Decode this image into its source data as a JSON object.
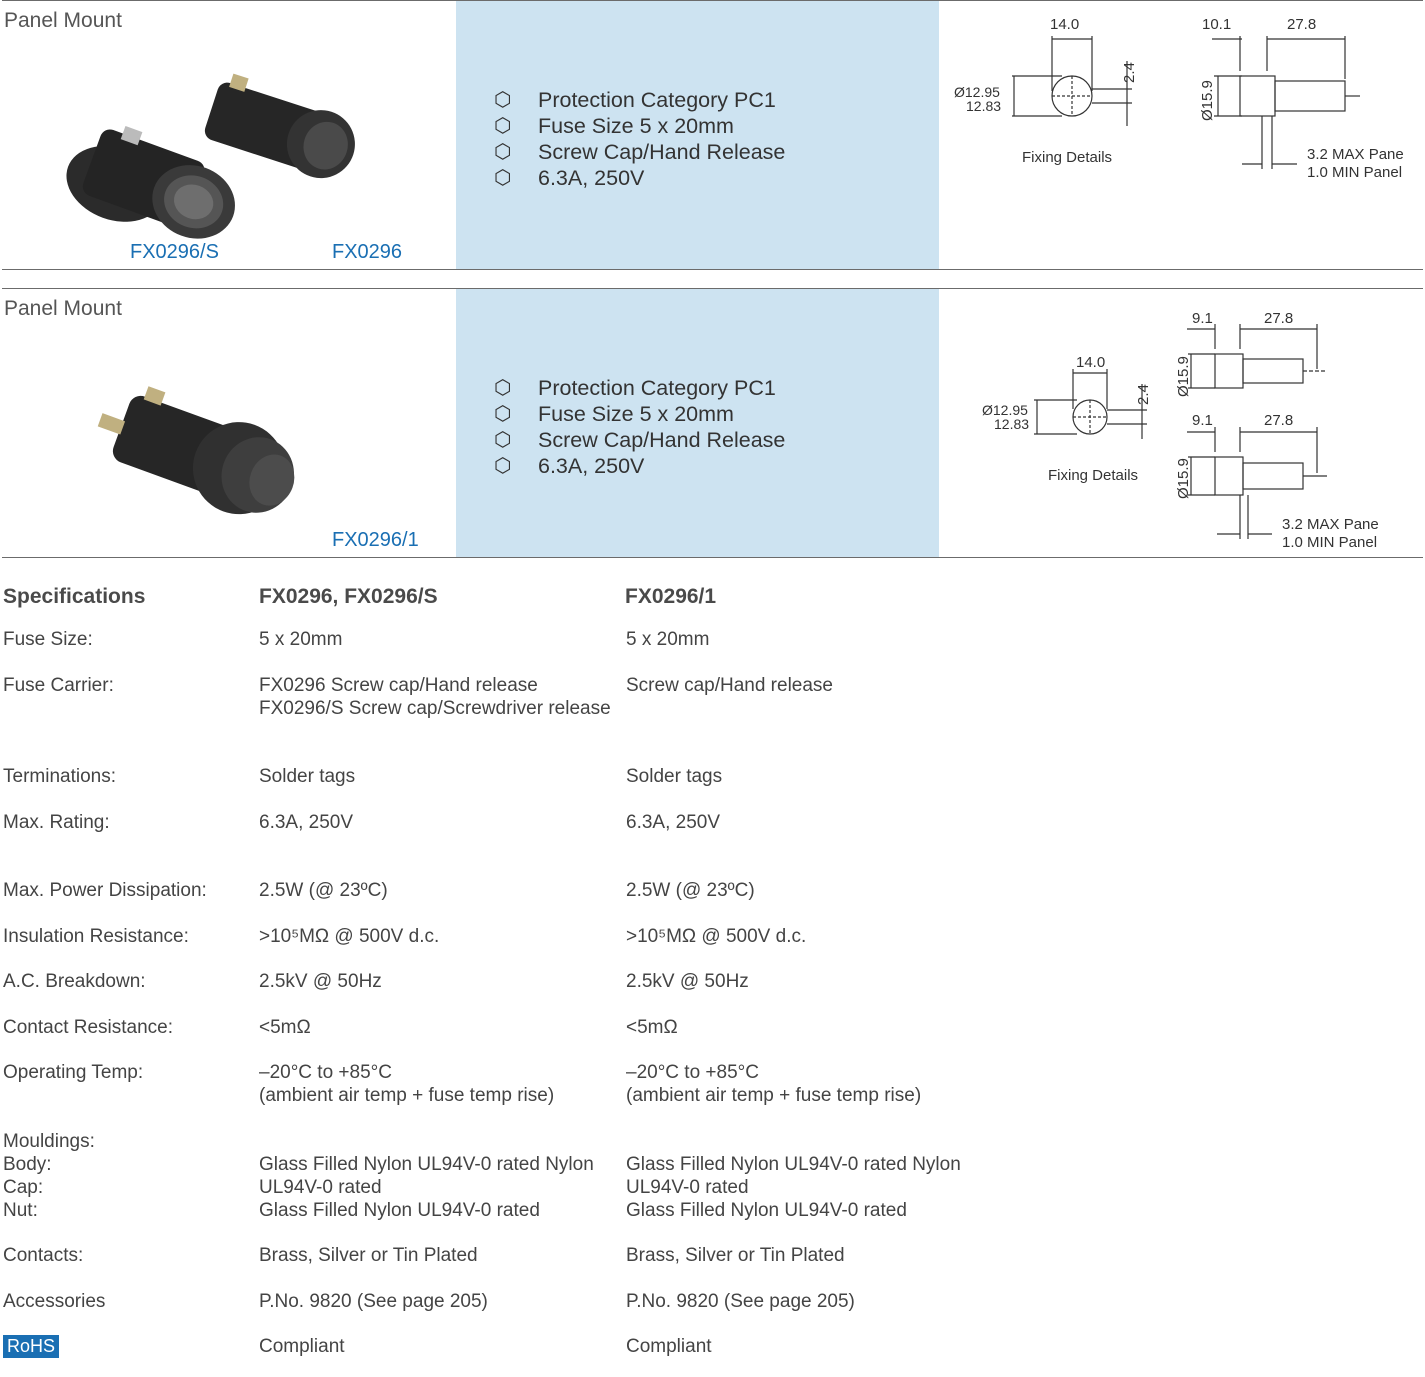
{
  "panels": [
    {
      "title": "Panel Mount",
      "labels": [
        "FX0296/S",
        "FX0296"
      ],
      "features": [
        "Protection Category PC1",
        "Fuse Size 5 x 20mm",
        "Screw Cap/Hand Release",
        "6.3A, 250V"
      ],
      "drawing": {
        "dims": [
          "14.0",
          "2.4",
          "Ø12.95",
          "12.83",
          "Fixing Details",
          "10.1",
          "27.8",
          "Ø15.9",
          "3.2 MAX Pane",
          "1.0 MIN Panel"
        ]
      }
    },
    {
      "title": "Panel Mount",
      "labels": [
        "FX0296/1"
      ],
      "features": [
        "Protection Category PC1",
        "Fuse Size 5 x 20mm",
        "Screw Cap/Hand Release",
        "6.3A, 250V"
      ],
      "drawing": {
        "dims": [
          "14.0",
          "2.4",
          "Ø12.95",
          "12.83",
          "Fixing Details",
          "9.1",
          "27.8",
          "Ø15.9",
          "9.1",
          "27.8",
          "Ø15.9",
          "3.2 MAX Pane",
          "1.0 MIN Panel"
        ]
      }
    }
  ],
  "bullet_glyph": "⬡",
  "specs": {
    "headers": [
      "Specifications",
      "FX0296, FX0296/S",
      "FX0296/1"
    ],
    "rows": [
      {
        "label": [
          "Fuse Size:"
        ],
        "a": [
          "5 x 20mm"
        ],
        "b": [
          "5 x 20mm"
        ]
      },
      {
        "label": [
          "Fuse Carrier:"
        ],
        "a": [
          "FX0296 Screw cap/Hand release",
          "FX0296/S Screw cap/Screwdriver release"
        ],
        "b": [
          "Screw cap/Hand release"
        ]
      },
      {
        "label": [
          "Terminations:"
        ],
        "a": [
          "Solder tags"
        ],
        "b": [
          "Solder tags"
        ]
      },
      {
        "label": [
          "Max. Rating:"
        ],
        "a": [
          "6.3A, 250V"
        ],
        "b": [
          "6.3A, 250V"
        ]
      },
      {
        "label": [
          "Max. Power Dissipation:"
        ],
        "a": [
          "2.5W (@ 23ºC)"
        ],
        "b": [
          "2.5W (@ 23ºC)"
        ]
      },
      {
        "label": [
          "Insulation Resistance:"
        ],
        "a": [
          ">10⁵MΩ @ 500V d.c."
        ],
        "b": [
          ">10⁵MΩ @ 500V d.c."
        ]
      },
      {
        "label": [
          "A.C. Breakdown:"
        ],
        "a": [
          "2.5kV @ 50Hz"
        ],
        "b": [
          "2.5kV @ 50Hz"
        ]
      },
      {
        "label": [
          "Contact Resistance:"
        ],
        "a": [
          "<5mΩ"
        ],
        "b": [
          "<5mΩ"
        ]
      },
      {
        "label": [
          "Operating Temp:"
        ],
        "a": [
          "–20°C to +85°C",
          "(ambient air temp + fuse temp rise)"
        ],
        "b": [
          "–20°C to +85°C",
          "(ambient air temp + fuse temp rise)"
        ]
      },
      {
        "label": [
          "Mouldings:",
          "Body:",
          "Cap:",
          "Nut:"
        ],
        "a": [
          "",
          "Glass Filled Nylon UL94V-0 rated Nylon",
          "UL94V-0 rated",
          "Glass Filled Nylon UL94V-0 rated"
        ],
        "b": [
          "",
          "Glass Filled Nylon UL94V-0 rated Nylon",
          "UL94V-0 rated",
          "Glass Filled Nylon UL94V-0 rated"
        ]
      },
      {
        "label": [
          "Contacts:"
        ],
        "a": [
          "Brass, Silver or Tin Plated"
        ],
        "b": [
          "Brass, Silver or Tin Plated"
        ]
      },
      {
        "label": [
          "Accessories"
        ],
        "a": [
          "P.No. 9820 (See page 205)"
        ],
        "b": [
          "P.No. 9820 (See page 205)"
        ]
      },
      {
        "label": [
          "RoHS"
        ],
        "a": [
          "Compliant"
        ],
        "b": [
          "Compliant"
        ],
        "badge": true
      }
    ]
  }
}
